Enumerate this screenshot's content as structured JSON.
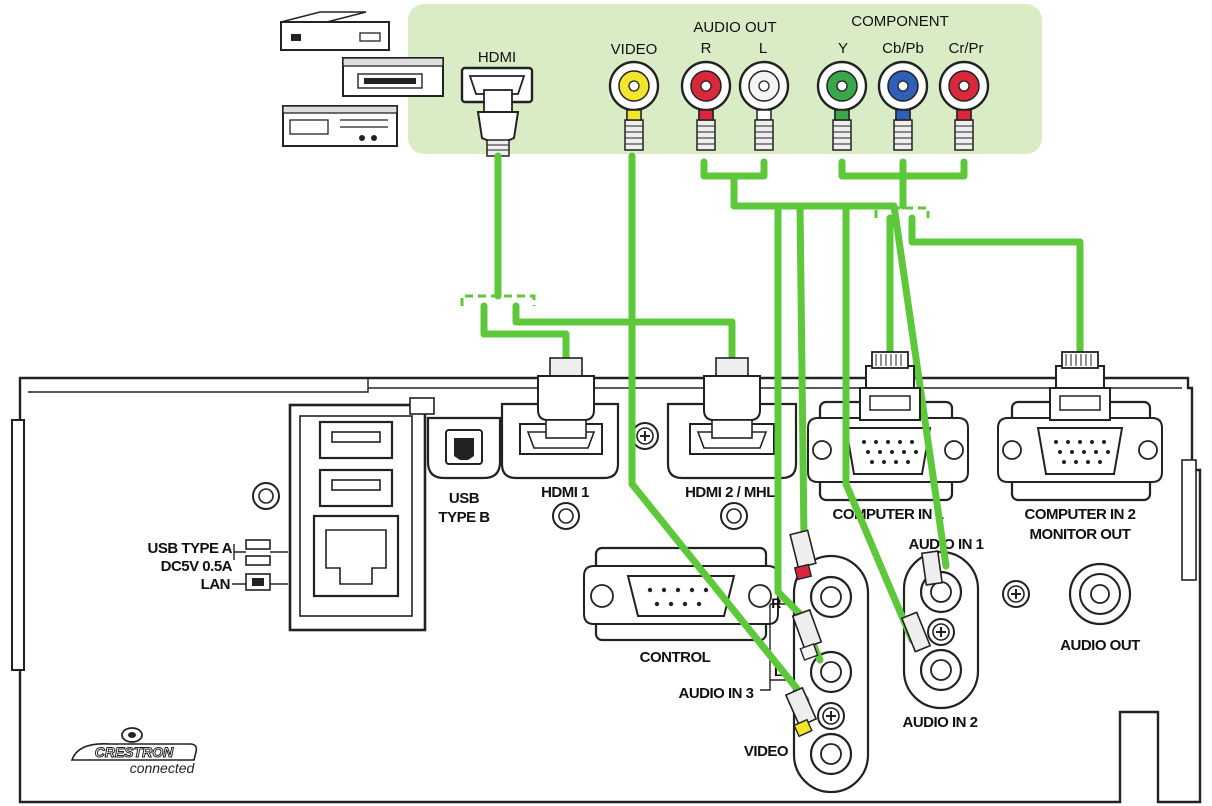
{
  "source_labels": {
    "hdmi": "HDMI",
    "video": "VIDEO",
    "audio_out": "AUDIO OUT",
    "audio_r": "R",
    "audio_l": "L",
    "component": "COMPONENT",
    "y": "Y",
    "cb_pb": "Cb/Pb",
    "cr_pr": "Cr/Pr"
  },
  "panel_labels": {
    "usb_type_b_line1": "USB",
    "usb_type_b_line2": "TYPE B",
    "hdmi1": "HDMI 1",
    "hdmi2_mhl": "HDMI 2 / MHL",
    "computer_in1": "COMPUTER IN 1",
    "computer_in2_line1": "COMPUTER IN 2",
    "computer_in2_line2": "MONITOR OUT",
    "usb_type_a": "USB TYPE A",
    "dc5v": "DC5V 0.5A",
    "lan": "LAN",
    "control": "CONTROL",
    "audio_in1": "AUDIO IN 1",
    "audio_in2": "AUDIO IN 2",
    "audio_in3": "AUDIO IN 3",
    "r": "R",
    "l": "L",
    "video_in": "VIDEO",
    "audio_out": "AUDIO OUT"
  },
  "logo": {
    "brand": "CRESTRON",
    "tagline": "connected"
  },
  "colors": {
    "source_area": "#d9ecc6",
    "cable": "#5cc83a",
    "jack_yellow": "#f2e52c",
    "jack_red": "#d8283a",
    "jack_white": "#f4f4f4",
    "jack_green": "#3aa84a",
    "jack_blue": "#2f5fb8"
  },
  "icons": [
    "hdmi-plug-icon",
    "rca-jack-icon",
    "vga-port-icon",
    "usb-port-icon",
    "lan-port-icon",
    "screw-icon",
    "dvd-player-icon",
    "vcr-icon",
    "set-top-box-icon"
  ]
}
